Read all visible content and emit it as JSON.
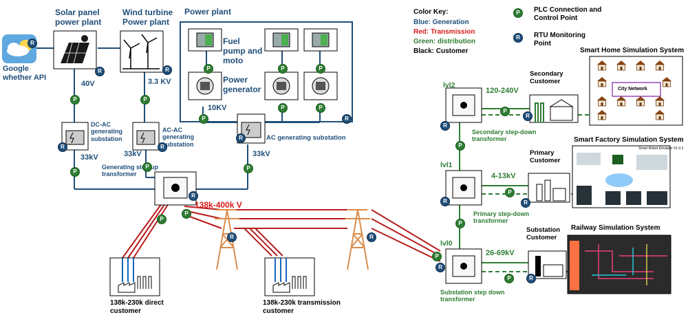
{
  "colors": {
    "generation": "#1f4e79",
    "transmission": "#d81b1b",
    "distribution": "#2e7d32",
    "customer": "#000000",
    "tower": "#d98c4a"
  },
  "sources": {
    "solar_title": "Solar panel power plant",
    "wind_title": "Wind turbine Power plant",
    "power_plant_title": "Power plant",
    "fuel_pump_label": "Fuel pump and moto",
    "power_generator_label": "Power generator",
    "google_api": "Google whether API"
  },
  "voltages": {
    "solar": "40V",
    "wind": "3.3 KV",
    "plant": "10KV",
    "dc_ac_out": "33kV",
    "ac_ac_out": "33kV",
    "ac_gen_out": "33kV",
    "transmission": "138k-400k V",
    "lvl2": "120-240V",
    "lvl1": "4-13kV",
    "lvl0": "26-69kV"
  },
  "substations": {
    "dc_ac": "DC-AC generating substation",
    "ac_ac": "AC-AC generating substation",
    "ac_gen": "AC generating substation",
    "step_up": "Generating step up transformer"
  },
  "legend": {
    "title": "Color Key:",
    "blue": "Blue: Generation",
    "red": "Red: Transmission",
    "green": "Green: distribution",
    "black": "Black: Customer",
    "plc": "PLC Connection and Control Point",
    "rtu": "RTU Monitoring Point",
    "plc_letter": "P",
    "rtu_letter": "R"
  },
  "distribution": {
    "lvl2": "lvl2",
    "lvl1": "lvl1",
    "lvl0": "lvl0",
    "secondary_stepdown": "Secondary step-down transformer",
    "primary_stepdown": "Primary step-down transformer",
    "substation_stepdown": "Substation step down transformer"
  },
  "customers": {
    "secondary": "Secondary Customer",
    "primary": "Primary Customer",
    "substation": "Substation Customer",
    "direct": "138k-230k direct customer",
    "transmission": "138k-230k transmission customer"
  },
  "simulations": {
    "smart_home": "Smart Home Simulation System",
    "city_network": "City Network",
    "smart_factory": "Smart Factory Simulation System",
    "smart_factory_header": "Smart Robot Emulator V1.0.2",
    "railway": "Railway Simulation System"
  }
}
